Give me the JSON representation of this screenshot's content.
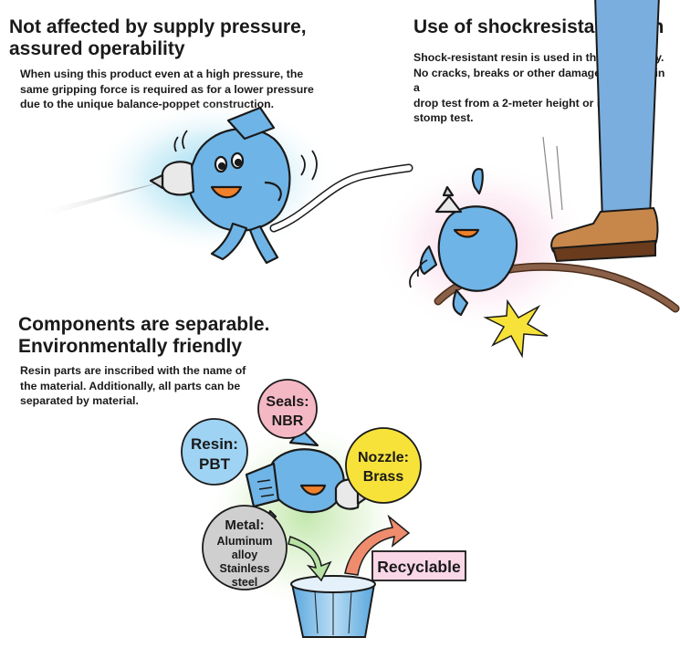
{
  "sections": {
    "pressure": {
      "title": [
        "Not affected by supply pressure,",
        "assured operability"
      ],
      "body": [
        "When using this product even at a high pressure, the",
        "same gripping force is required as for a lower pressure",
        "due to the unique balance-poppet construction."
      ]
    },
    "shock": {
      "title": [
        "Use of shockresistant resin"
      ],
      "body": [
        "Shock-resistant resin is used in the main body.",
        "No cracks, breaks or other damage occurred in a",
        "drop test from a 2-meter height or in a human",
        "stomp test."
      ]
    },
    "separable": {
      "title": [
        "Components are separable.",
        "Environmentally friendly"
      ],
      "body": [
        "Resin parts are inscribed with the name of",
        "the material. Additionally, all parts can be",
        "separated by material."
      ]
    }
  },
  "bubbles": {
    "seals": {
      "lines": [
        "Seals:",
        "NBR"
      ],
      "color": "#f4b8c4"
    },
    "resin": {
      "lines": [
        "Resin:",
        "PBT"
      ],
      "color": "#9fd3f3"
    },
    "nozzle": {
      "lines": [
        "Nozzle:",
        "Brass"
      ],
      "color": "#f7e23a"
    },
    "metal": {
      "lines": [
        "Metal:",
        "Aluminum",
        "alloy",
        "Stainless",
        "steel"
      ],
      "color": "#cfcfcf"
    }
  },
  "recyclable_label": "Recyclable",
  "colors": {
    "mascot": "#6fb4e6",
    "mascot_outline": "#1a1a1a",
    "recycle_box": "#f9d7e6",
    "arrow_orange": "#ef8c6d",
    "arrow_green": "#b7e2a4"
  }
}
